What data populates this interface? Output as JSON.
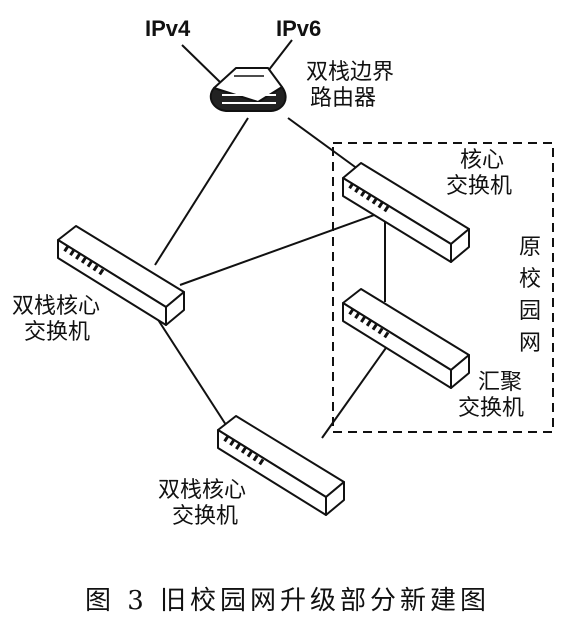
{
  "protocols": {
    "ipv4": "IPv4",
    "ipv6": "IPv6"
  },
  "router": {
    "line1": "双栈边界",
    "line2": "路由器"
  },
  "core_switch": {
    "line1": "核心",
    "line2": "交换机"
  },
  "dual_core_left": {
    "line1": "双栈核心",
    "line2": "交换机"
  },
  "dual_core_bottom": {
    "line1": "双栈核心",
    "line2": "交换机"
  },
  "aggregation_switch": {
    "line1": "汇聚",
    "line2": "交换机"
  },
  "old_network": {
    "chars": [
      "原",
      "校",
      "园",
      "网"
    ]
  },
  "caption": "图 3   旧校园网升级部分新建图"
}
